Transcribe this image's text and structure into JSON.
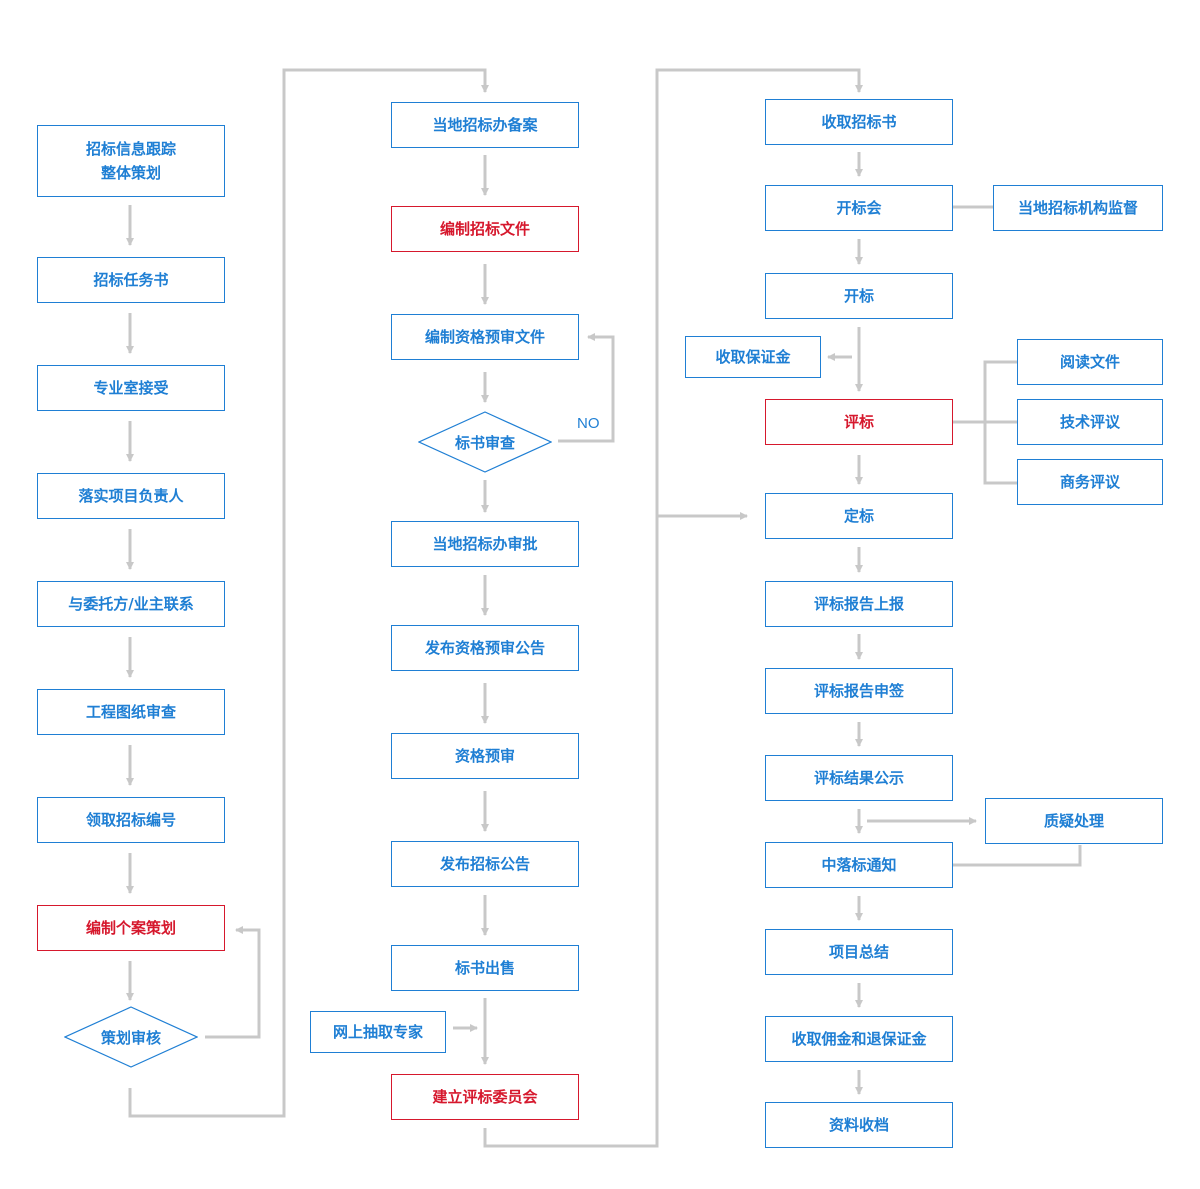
{
  "colors": {
    "box": "#1f7fd4",
    "highlight": "#d6182d",
    "connector": "#c8c8c8"
  },
  "column1": {
    "tracking": {
      "line1": "招标信息跟踪",
      "line2": "整体策划"
    },
    "task_book": "招标任务书",
    "dept_accept": "专业室接受",
    "assign_lead": "落实项目负责人",
    "contact_client": "与委托方/业主联系",
    "drawing_review": "工程图纸审查",
    "get_number": "领取招标编号",
    "case_plan": "编制个案策划",
    "plan_review": "策划审核"
  },
  "column2": {
    "local_filing": "当地招标办备案",
    "compile_docs": "编制招标文件",
    "compile_prequal": "编制资格预审文件",
    "doc_review": "标书审查",
    "no_label": "NO",
    "local_approval": "当地招标办审批",
    "publish_prequal": "发布资格预审公告",
    "prequal": "资格预审",
    "publish_notice": "发布招标公告",
    "sell_docs": "标书出售",
    "draw_experts": "网上抽取专家",
    "committee": "建立评标委员会"
  },
  "column3": {
    "collect_bids": "收取招标书",
    "opening_meeting": "开标会",
    "supervision": "当地招标机构监督",
    "open_bids": "开标",
    "collect_deposit": "收取保证金",
    "evaluate": "评标",
    "read_docs": "阅读文件",
    "tech_review": "技术评议",
    "business_review": "商务评议",
    "decide": "定标",
    "report_submit": "评标报告上报",
    "report_sign": "评标报告申签",
    "result_publicity": "评标结果公示",
    "objection": "质疑处理",
    "award_notice": "中落标通知",
    "summary": "项目总结",
    "commission": "收取佣金和退保证金",
    "archive": "资料收档"
  }
}
